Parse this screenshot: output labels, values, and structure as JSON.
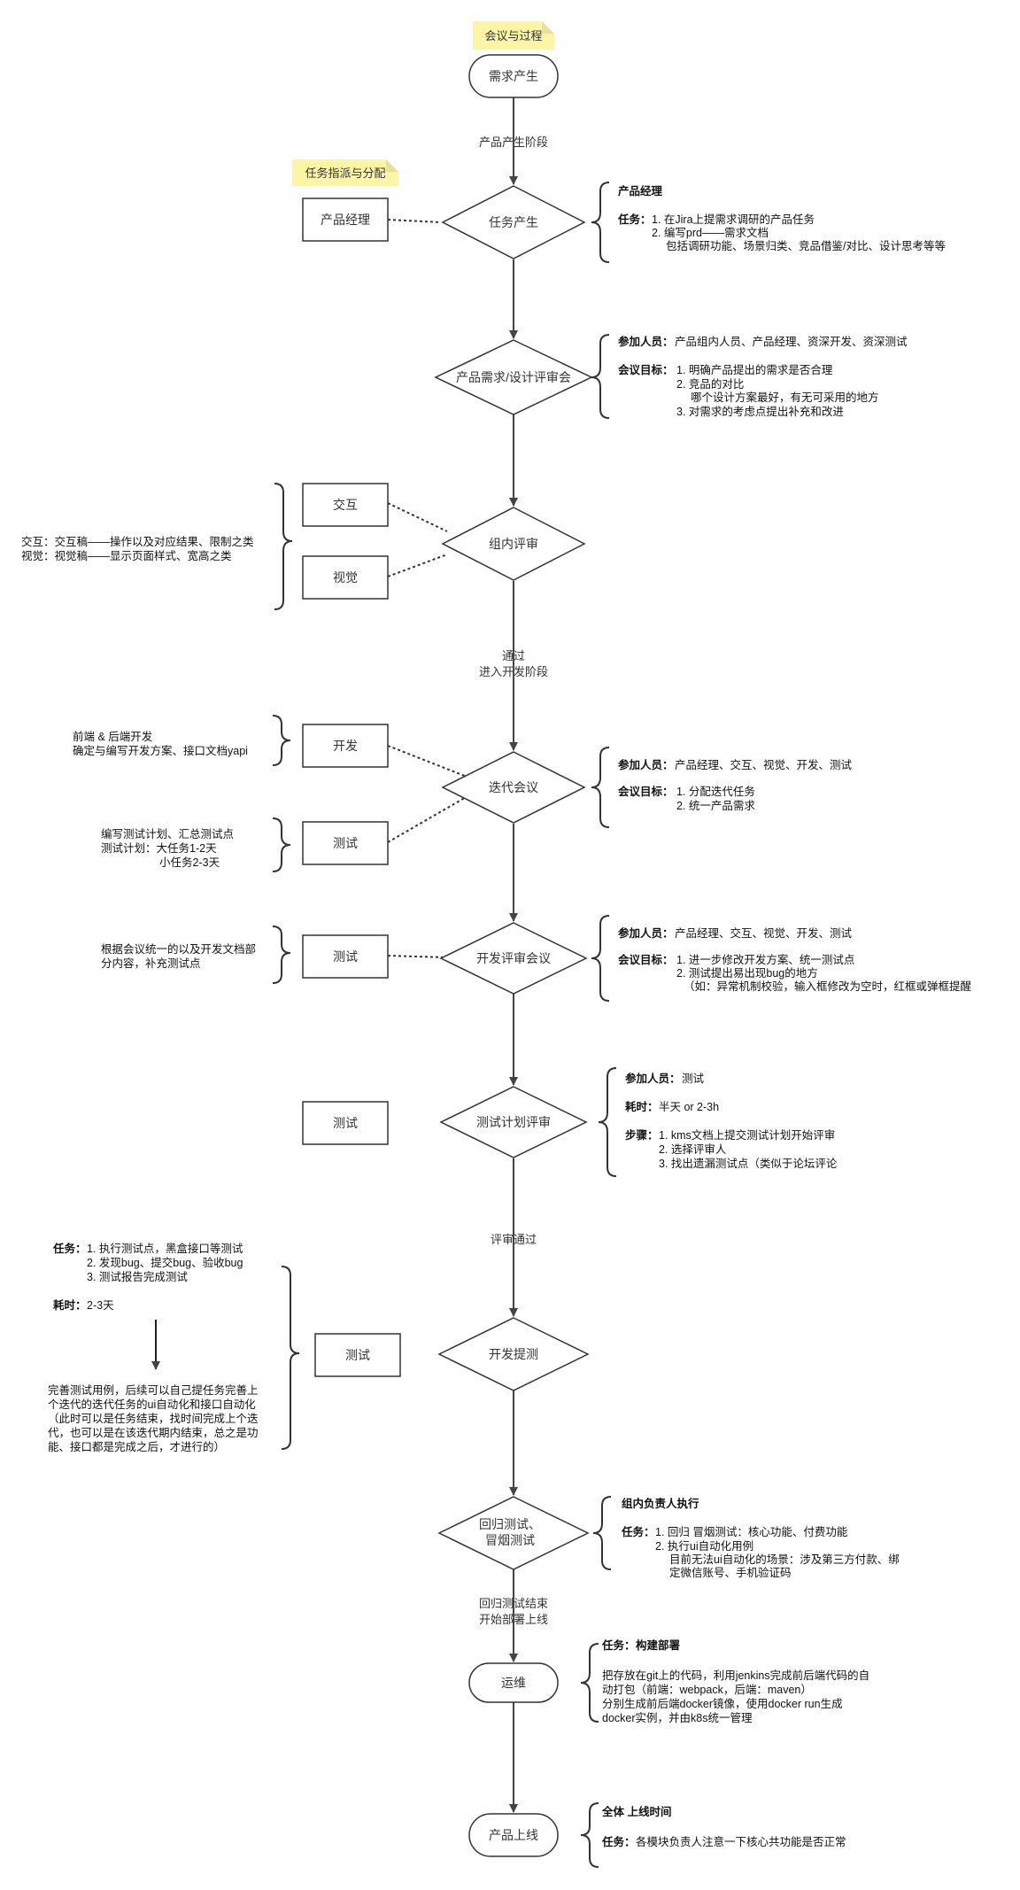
{
  "stickies": {
    "meeting": "会议与过程",
    "task": "任务指派与分配"
  },
  "nodes": {
    "start": "需求产生",
    "task_gen": "任务产生",
    "design_review": "产品需求/设计评审会",
    "group_review": "组内评审",
    "iteration": "迭代会议",
    "dev_review": "开发评审会议",
    "test_plan_review": "测试计划评审",
    "dev_submit": "开发提测",
    "regression": [
      "回归测试、",
      "冒烟测试"
    ],
    "ops": "运维",
    "release": "产品上线"
  },
  "side_boxes": {
    "pm": "产品经理",
    "interaction": "交互",
    "visual": "视觉",
    "dev": "开发",
    "test1": "测试",
    "test2": "测试",
    "test3": "测试",
    "test4": "测试"
  },
  "edge_labels": {
    "product_phase": "产品产生阶段",
    "passed": [
      "通过",
      "进入开发阶段"
    ],
    "review_passed": "评审通过",
    "regression_done": [
      "回归测试结束",
      "开始部署上线"
    ]
  },
  "notes": {
    "pm": {
      "title": "产品经理",
      "task_label": "任务：",
      "lines": [
        "1. 在Jira上提需求调研的产品任务",
        "2. 编写prd——需求文档",
        "包括调研功能、场景归类、竞品借鉴/对比、设计思考等等"
      ]
    },
    "design_review": {
      "people_label": "参加人员：",
      "people": "产品组内人员、产品经理、资深开发、资深测试",
      "goal_label": "会议目标：",
      "goals": [
        "1. 明确产品提出的需求是否合理",
        "2. 竞品的对比",
        "哪个设计方案最好，有无可采用的地方",
        "3. 对需求的考虑点提出补充和改进"
      ]
    },
    "group_review": [
      "交互：交互稿——操作以及对应结果、限制之类",
      "视觉：视觉稿——显示页面样式、宽高之类"
    ],
    "dev_left": [
      "前端 & 后端开发",
      "确定与编写开发方案、接口文档yapi"
    ],
    "test_left1": [
      "编写测试计划、汇总测试点",
      "测试计划：大任务1-2天",
      "小任务2-3天"
    ],
    "iteration": {
      "people_label": "参加人员：",
      "people": "产品经理、交互、视觉、开发、测试",
      "goal_label": "会议目标：",
      "goals": [
        "1. 分配迭代任务",
        "2. 统一产品需求"
      ]
    },
    "test_left2": [
      "根据会议统一的以及开发文档部",
      "分内容，补充测试点"
    ],
    "dev_review": {
      "people_label": "参加人员：",
      "people": "产品经理、交互、视觉、开发、测试",
      "goal_label": "会议目标：",
      "goals": [
        "1. 进一步修改开发方案、统一测试点",
        "2. 测试提出易出现bug的地方",
        "（如：异常机制校验，输入框修改为空时，红框或弹框提醒"
      ]
    },
    "test_plan": {
      "people_label": "参加人员：",
      "people": "测试",
      "time_label": "耗时：",
      "time": "半天 or 2-3h",
      "steps_label": "步骤：",
      "steps": [
        "1. kms文档上提交测试计划开始评审",
        "2. 选择评审人",
        "3. 找出遗漏测试点（类似于论坛评论"
      ]
    },
    "dev_submit_left": {
      "task_label": "任务：",
      "tasks": [
        "1. 执行测试点，黑盒接口等测试",
        "2. 发现bug、提交bug、验收bug",
        "3. 测试报告完成测试"
      ],
      "time_label": "耗时：",
      "time": "2-3天",
      "after": [
        "完善测试用例，后续可以自己提任务完善上",
        "个迭代的迭代任务的ui自动化和接口自动化",
        "（此时可以是任务结束，找时间完成上个迭",
        "代，也可以是在该迭代期内结束，总之是功",
        "能、接口都是完成之后，才进行的）"
      ]
    },
    "regression": {
      "title": "组内负责人执行",
      "task_label": "任务：",
      "tasks": [
        "1. 回归 冒烟测试：核心功能、付费功能",
        "2. 执行ui自动化用例",
        "目前无法ui自动化的场景：涉及第三方付款、绑",
        "定微信账号、手机验证码"
      ]
    },
    "ops": {
      "task_label": "任务：",
      "task": "构建部署",
      "lines": [
        "把存放在git上的代码，利用jenkins完成前后端代码的自",
        "动打包（前端：webpack，后端：maven）",
        "分别生成前后端docker镜像，使用docker run生成",
        "docker实例，并由k8s统一管理"
      ]
    },
    "release": {
      "title": "全体 上线时间",
      "task_label": "任务：",
      "task": "各模块负责人注意一下核心共功能是否正常"
    }
  },
  "colors": {
    "sticky": "#fdf5a6",
    "stroke": "#333333",
    "arrow": "#444444"
  }
}
